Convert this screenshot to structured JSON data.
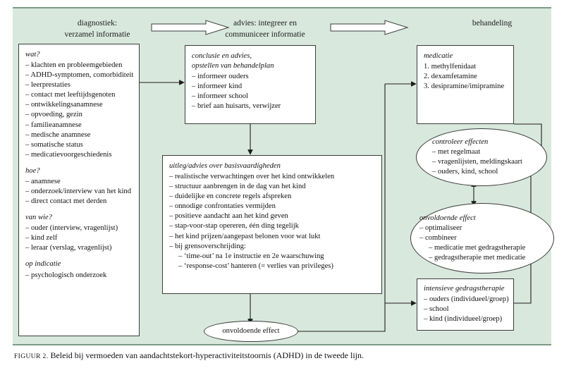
{
  "figure": {
    "caption_label": "FIGUUR 2.",
    "caption_text": " Beleid bij vermoeden van aandachtstekort-hyperactiviteitstoornis (ADHD) in de tweede lijn.",
    "background_color": "#d8e8dd",
    "box_fill": "#ffffff",
    "line_color": "#3b3b3b",
    "band_rule_color": "#7c9a88"
  },
  "header": {
    "phase1": "diagnostiek:\nverzamel informatie",
    "phase2": "advies: integreer en\ncommuniceer informatie",
    "phase3": "behandeling",
    "arrow1_name": "phase-arrow-1",
    "arrow2_name": "phase-arrow-2"
  },
  "boxes": {
    "diagnostiek": {
      "groups": [
        {
          "title": "wat?",
          "items": [
            "– klachten en probleemgebieden",
            "– ADHD-symptomen, comorbiditeit",
            "– leerprestaties",
            "– contact met leeftijdsgenoten",
            "– ontwikkelingsanamnese",
            "– opvoeding, gezin",
            "– familieanamnese",
            "– medische anamnese",
            "– somatische status",
            "– medicatievoorgeschiedenis"
          ]
        },
        {
          "title": "hoe?",
          "items": [
            "– anamnese",
            "– onderzoek/interview van het kind",
            "– direct contact met derden"
          ]
        },
        {
          "title": "van wie?",
          "items": [
            "– ouder (interview, vragenlijst)",
            "– kind zelf",
            "– leraar (verslag, vragenlijst)"
          ]
        },
        {
          "title": "op indicatie",
          "items": [
            "– psychologisch onderzoek"
          ]
        }
      ]
    },
    "conclusie": {
      "title": "conclusie en advies,\nopstellen van behandelplan",
      "items": [
        "– informeer ouders",
        "– informeer kind",
        "– informeer school",
        "– brief aan huisarts, verwijzer"
      ]
    },
    "uitleg": {
      "title": "uitleg/advies over basisvaardigheden",
      "items": [
        {
          "text": "– realistische verwachtingen over het kind ontwikkelen",
          "sub": false
        },
        {
          "text": "– structuur aanbrengen in de dag van het kind",
          "sub": false
        },
        {
          "text": "– duidelijke en concrete regels afspreken",
          "sub": false
        },
        {
          "text": "– onnodige confrontaties vermijden",
          "sub": false
        },
        {
          "text": "– positieve aandacht aan het kind geven",
          "sub": false
        },
        {
          "text": "– stap-voor-stap opereren, één ding tegelijk",
          "sub": false
        },
        {
          "text": "– het kind prijzen/aangepast belonen voor wat lukt",
          "sub": false
        },
        {
          "text": "– bij grensoverschrijding:",
          "sub": false
        },
        {
          "text": "– ‘time-out’ na 1e instructie en 2e waarschuwing",
          "sub": true
        },
        {
          "text": "– ‘response-cost’ hanteren (= verlies van privileges)",
          "sub": true
        }
      ]
    },
    "medicatie": {
      "title": "medicatie",
      "items": [
        "1. methylfenidaat",
        "2. dexamfetamine",
        "3. desipramine/imipramine"
      ]
    },
    "gedragstherapie": {
      "title": "intensieve gedragstherapie",
      "items": [
        "– ouders (individueel/groep)",
        "– school",
        "– kind (individueel/groep)"
      ]
    }
  },
  "ellipses": {
    "controleer": {
      "title": "controleer effecten",
      "items": [
        {
          "text": "– met regelmaat",
          "sub": false
        },
        {
          "text": "– vragenlijsten, meldingskaart",
          "sub": false
        },
        {
          "text": "– ouders, kind, school",
          "sub": false
        }
      ]
    },
    "onvoldoende_effect_right": {
      "title": "onvoldoende effect",
      "items": [
        {
          "text": "– optimaliseer",
          "sub": false
        },
        {
          "text": "– combineer",
          "sub": false
        },
        {
          "text": "– medicatie met gedragstherapie",
          "sub": true
        },
        {
          "text": "– gedragstherapie met medicatie",
          "sub": true
        }
      ]
    },
    "onvoldoende_effect_bottom": {
      "label": "onvoldoende effect"
    }
  },
  "connectors": [
    {
      "name": "diagnostiek-to-conclusie"
    },
    {
      "name": "conclusie-to-uitleg"
    },
    {
      "name": "uitleg-to-onvoldoende-effect"
    },
    {
      "name": "onvoldoende-effect-to-treatment-bus"
    },
    {
      "name": "treatment-bus-to-medicatie"
    },
    {
      "name": "treatment-bus-to-gedragstherapie"
    },
    {
      "name": "medicatie-to-controleer"
    },
    {
      "name": "gedragstherapie-to-controleer"
    },
    {
      "name": "controleer-onvoldoende-effect-bidirectional"
    }
  ]
}
